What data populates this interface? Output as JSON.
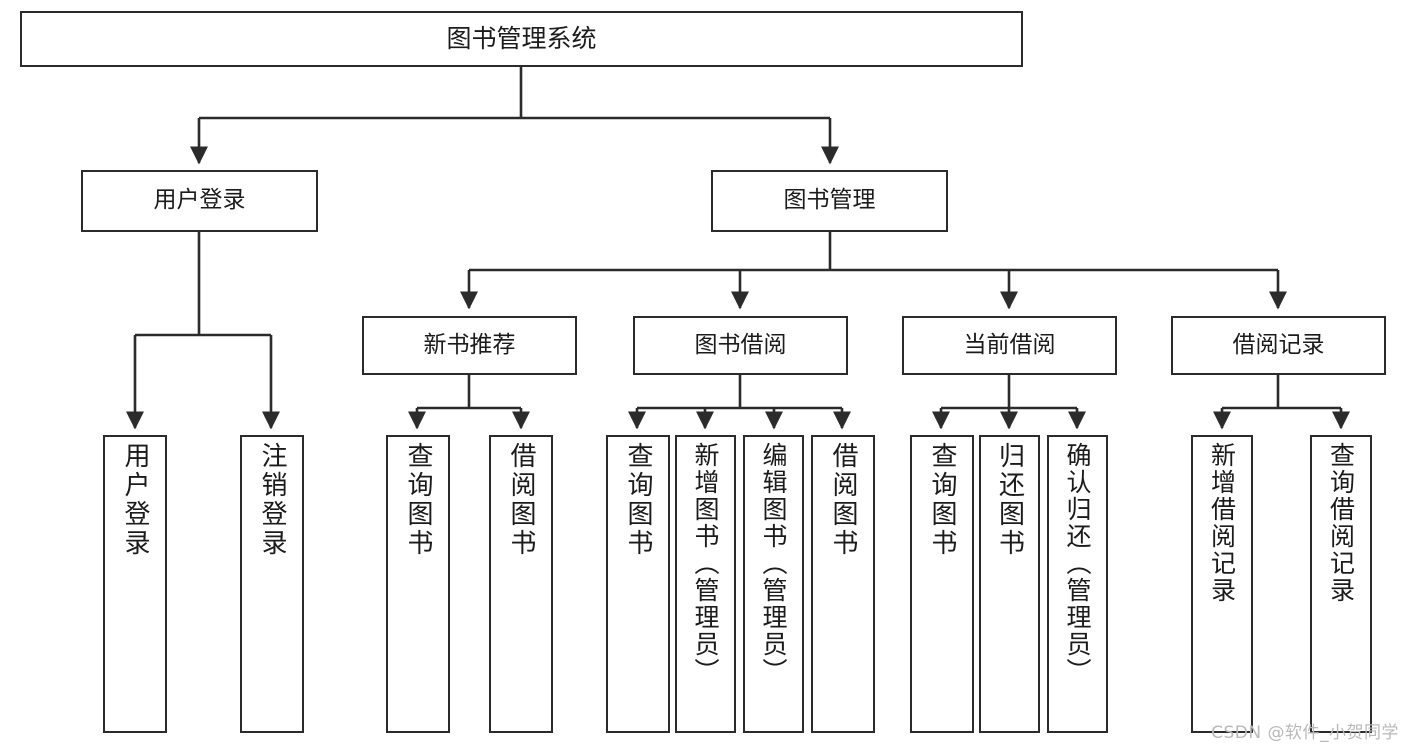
{
  "diagram": {
    "title": "图书管理系统",
    "type": "hierarchy-tree",
    "root": {
      "id": "root",
      "label": "图书管理系统"
    },
    "level2": [
      {
        "id": "user-login",
        "label": "用户登录"
      },
      {
        "id": "book-manage",
        "label": "图书管理"
      }
    ],
    "level3": [
      {
        "id": "new-book-recommend",
        "label": "新书推荐"
      },
      {
        "id": "book-borrow",
        "label": "图书借阅"
      },
      {
        "id": "current-borrow",
        "label": "当前借阅"
      },
      {
        "id": "borrow-record",
        "label": "借阅记录"
      }
    ],
    "leaves": [
      {
        "id": "leaf-user-login",
        "label": "用户登录",
        "parent": "user-login"
      },
      {
        "id": "leaf-user-logout",
        "label": "注销登录",
        "parent": "user-login"
      },
      {
        "id": "leaf-query-book-1",
        "label": "查询图书",
        "parent": "new-book-recommend"
      },
      {
        "id": "leaf-borrow-book-1",
        "label": "借阅图书",
        "parent": "new-book-recommend"
      },
      {
        "id": "leaf-query-book-2",
        "label": "查询图书",
        "parent": "book-borrow"
      },
      {
        "id": "leaf-add-book",
        "label": "新增图书（管理员）",
        "parent": "book-borrow"
      },
      {
        "id": "leaf-edit-book",
        "label": "编辑图书（管理员）",
        "parent": "book-borrow"
      },
      {
        "id": "leaf-borrow-book-2",
        "label": "借阅图书",
        "parent": "book-borrow"
      },
      {
        "id": "leaf-query-book-3",
        "label": "查询图书",
        "parent": "current-borrow"
      },
      {
        "id": "leaf-return-book",
        "label": "归还图书",
        "parent": "current-borrow"
      },
      {
        "id": "leaf-confirm-return",
        "label": "确认归还（管理员）",
        "parent": "current-borrow"
      },
      {
        "id": "leaf-add-record",
        "label": "新增借阅记录",
        "parent": "borrow-record"
      },
      {
        "id": "leaf-query-record",
        "label": "查询借阅记录",
        "parent": "borrow-record"
      }
    ]
  },
  "watermark": {
    "text": "CSDN @软件_小贺同学"
  },
  "colors": {
    "stroke": "#2b2b2b",
    "fill": "#ffffff",
    "text": "#1b1b1b",
    "watermark": "#b9b9b9"
  }
}
